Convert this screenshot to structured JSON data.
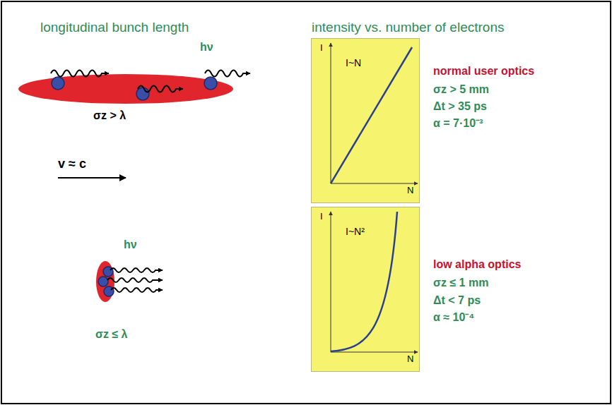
{
  "diagram": {
    "nodes": [
      {
        "text": [
          "I",
          "I~N",
          "N"
        ]
      },
      {
        "text": [
          "I",
          "I~N²",
          "N"
        ]
      }
    ],
    "labels": [
      "longitudinal bunch length",
      "intensity vs. number of electrons",
      "hν",
      "σz > λ",
      "v ≈ c",
      "hν",
      "σz ≤ λ",
      "normal user optics",
      "σz > 5 mm",
      "Δt > 35 ps",
      "α = 7·10⁻³",
      "low alpha optics",
      "σz ≤ 1 mm",
      "Δt < 7 ps",
      "α ≈ 10⁻⁴"
    ]
  }
}
